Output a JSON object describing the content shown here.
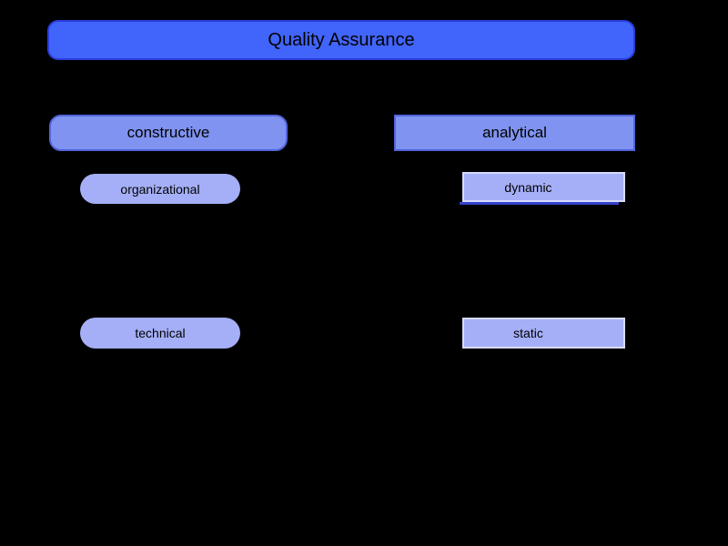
{
  "diagram": {
    "root": {
      "label": "Quality Assurance"
    },
    "branches": [
      {
        "label": "constructive",
        "shape": "rounded",
        "children": [
          {
            "label": "organizational"
          },
          {
            "label": "technical"
          }
        ]
      },
      {
        "label": "analytical",
        "shape": "rect",
        "children": [
          {
            "label": "dynamic"
          },
          {
            "label": "static"
          }
        ]
      }
    ]
  },
  "colors": {
    "background": "#000000",
    "text": "#000000",
    "root_fill": "#4164fa",
    "root_border": "#2a3ddd",
    "branch_fill": "#8093f0",
    "branch_border": "#5265dd",
    "leaf_fill": "#a5aff7",
    "leaf_rect_border": "#d6dbfc",
    "stack_shadow": "#3443cb"
  }
}
